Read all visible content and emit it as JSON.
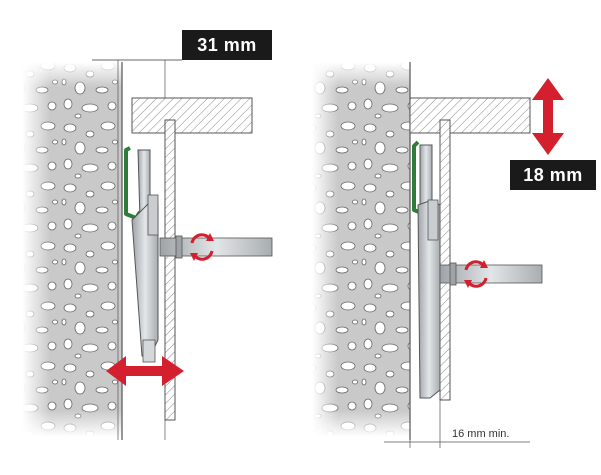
{
  "dimensions": {
    "gap_left_label": "31 mm",
    "height_right_label": "18 mm",
    "min_gap_label": "16 mm min."
  },
  "colors": {
    "stone_bg": "#c9c9c9",
    "stone_hole": "#ffffff",
    "red_arrow": "#d4202e",
    "green_clip": "#2e7d3a",
    "metal": "#b8bcbf",
    "outline": "#555555",
    "label_bg": "#1a1a1a"
  },
  "icons": {
    "rotate_arrows": "rotate-icon",
    "double_arrow_horizontal": "double-arrow-horizontal-icon",
    "double_arrow_vertical": "double-arrow-vertical-icon"
  }
}
